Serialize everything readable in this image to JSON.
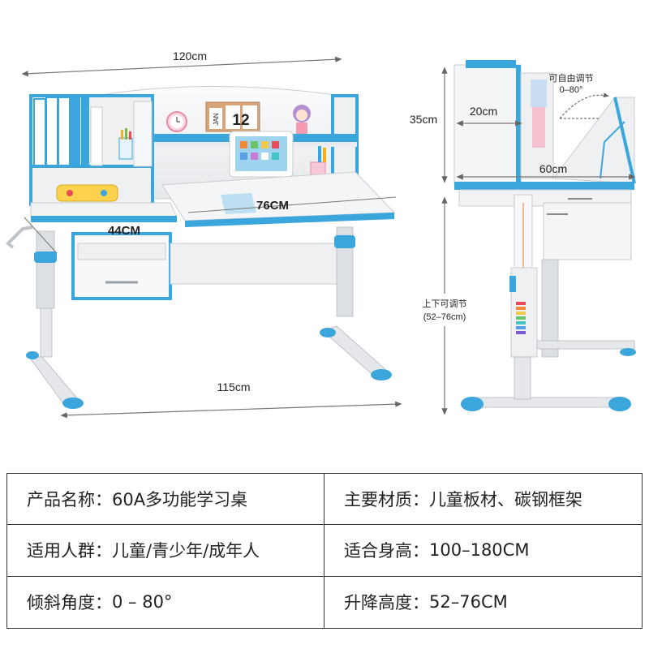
{
  "figure": {
    "front": {
      "width_top": "120cm",
      "width_base": "115cm",
      "tabletop_depth": "44CM",
      "tilt_board_width": "76CM"
    },
    "side": {
      "shelf_height": "35cm",
      "shelf_depth": "20cm",
      "desk_depth": "60cm",
      "tilt_note_line1": "可自由调节",
      "tilt_note_line2": "0–80°",
      "height_note_line1": "上下可调节",
      "height_note_line2": "(52–76cm)"
    },
    "props": {
      "calendar_month": "JAN",
      "calendar_day": "12"
    },
    "colors": {
      "accent_blue": "#3aa6dc",
      "panel_white": "#f4f5f7",
      "frame_grey": "#dcdfe3"
    }
  },
  "specs": [
    {
      "key": "产品名称：",
      "value": "60A多功能学习桌"
    },
    {
      "key": "主要材质：",
      "value": "儿童板材、碳钢框架"
    },
    {
      "key": "适用人群：",
      "value": "儿童/青少年/成年人"
    },
    {
      "key": "适合身高：",
      "value": "100–180CM"
    },
    {
      "key": "倾斜角度：",
      "value": "0 – 80°"
    },
    {
      "key": "升降高度：",
      "value": "52–76CM"
    }
  ]
}
